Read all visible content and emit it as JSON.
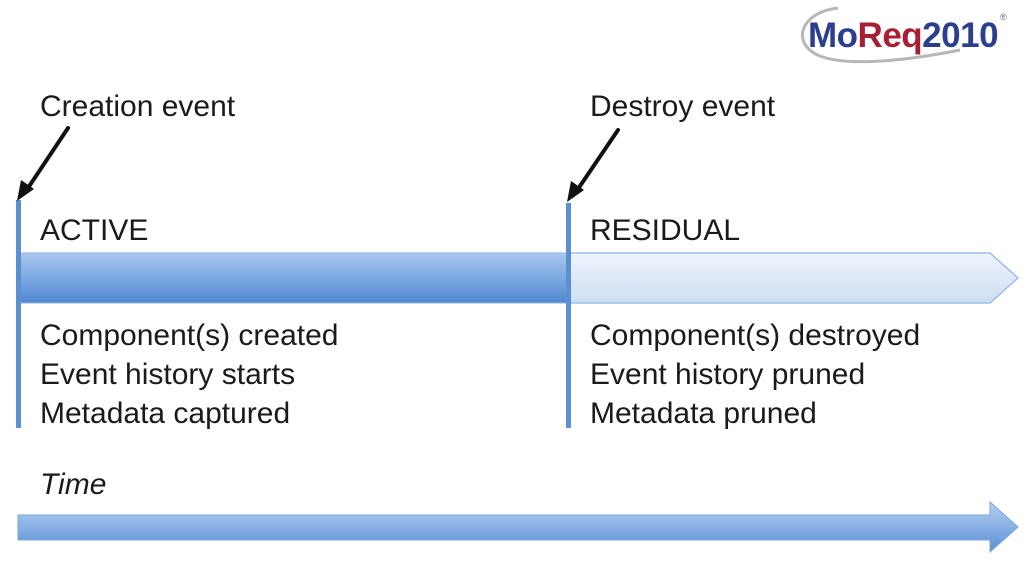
{
  "logo": {
    "prefix": "Mo",
    "middle": "Req",
    "suffix": "2010",
    "registered": "®"
  },
  "events": {
    "creation": "Creation event",
    "destroy": "Destroy event"
  },
  "phases": {
    "active": {
      "label": "ACTIVE",
      "items": [
        "Component(s) created",
        "Event history starts",
        "Metadata captured"
      ]
    },
    "residual": {
      "label": "RESIDUAL",
      "items": [
        "Component(s) destroyed",
        "Event history pruned",
        "Metadata pruned"
      ]
    }
  },
  "time_label": "Time",
  "colors": {
    "active_bar": "#6ea0dc",
    "residual_bar": "#d9e6f7",
    "time_arrow": "#7aa8e0",
    "marker_line": "#5b8fd0",
    "pointer_arrow": "#111111",
    "logo_blue": "#2c3f8f",
    "logo_red": "#a81f35"
  }
}
